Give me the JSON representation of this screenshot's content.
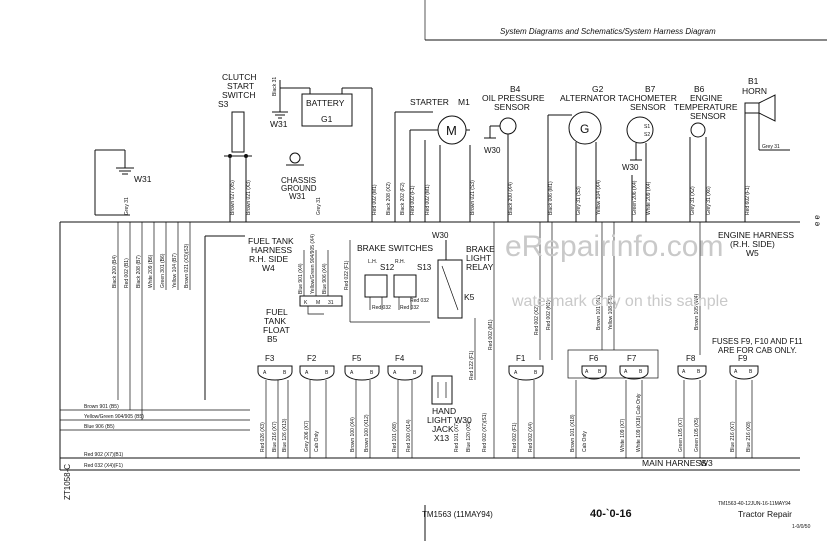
{
  "header": {
    "title": "System Diagrams and Schematics/System Harness Diagram"
  },
  "components": {
    "clutch_switch": {
      "lines": [
        "CLUTCH",
        "START",
        "SWITCH"
      ],
      "ref": "S3"
    },
    "battery": {
      "label": "BATTERY",
      "ref": "G1",
      "ground_ref": "W31",
      "wire": "Black 31"
    },
    "chassis_ground": {
      "lines": [
        "CHASSIS",
        "GROUND",
        "W31"
      ]
    },
    "ground_w31_left": "W31",
    "starter": {
      "label": "STARTER",
      "ref": "M1",
      "symbol": "M"
    },
    "oil_pressure": {
      "ref": "B4",
      "lines": [
        "OIL PRESSURE",
        "SENSOR"
      ],
      "ground": "W30"
    },
    "alternator": {
      "ref": "G2",
      "label": "ALTERNATOR",
      "symbol": "G"
    },
    "tachometer": {
      "ref": "B7",
      "lines": [
        "TACHOMETER",
        "SENSOR"
      ],
      "ground": "W30",
      "pins": [
        "S1",
        "S2"
      ]
    },
    "engine_temp": {
      "ref": "B6",
      "lines": [
        "ENGINE",
        "TEMPERATURE",
        "SENSOR"
      ]
    },
    "horn": {
      "ref": "B1",
      "label": "HORN",
      "wire": "Grey 31"
    },
    "fuel_tank_harness": {
      "lines": [
        "FUEL TANK",
        "HARNESS",
        "R.H. SIDE",
        "W4"
      ]
    },
    "fuel_tank_float": {
      "lines": [
        "FUEL",
        "TANK",
        "FLOAT",
        "B5"
      ],
      "pins": [
        "K",
        "M",
        "31"
      ]
    },
    "brake_switches": {
      "label": "BRAKE SWITCHES",
      "left": {
        "side": "L.H.",
        "ref": "S12"
      },
      "right": {
        "side": "R.H.",
        "ref": "S13"
      }
    },
    "brake_relay": {
      "lines": [
        "BRAKE",
        "LIGHT",
        "RELAY"
      ],
      "ref": "K5",
      "ground": "W30"
    },
    "hand_light_jack": {
      "lines": [
        "HAND",
        "LIGHT W30",
        "JACK",
        "X13"
      ]
    },
    "engine_harness": {
      "lines": [
        "ENGINE HARNESS",
        "(R.H. SIDE)",
        "W5"
      ]
    },
    "fuses_note": {
      "lines": [
        "FUSES F9, F10 AND F11",
        "ARE FOR CAB ONLY."
      ]
    },
    "main_harness": {
      "label": "MAIN HARNESS",
      "ref": "W3"
    }
  },
  "fuses": [
    {
      "name": "F3",
      "pin_a": "A",
      "pin_b": "B"
    },
    {
      "name": "F2",
      "pin_a": "A",
      "pin_b": "B"
    },
    {
      "name": "F5",
      "pin_a": "A",
      "pin_b": "B"
    },
    {
      "name": "F4",
      "pin_a": "A",
      "pin_b": "B"
    },
    {
      "name": "F1",
      "pin_a": "A",
      "pin_b": "B"
    },
    {
      "name": "F6",
      "pin_a": "A",
      "pin_b": "B"
    },
    {
      "name": "F7",
      "pin_a": "A",
      "pin_b": "B"
    },
    {
      "name": "F8",
      "pin_a": "A",
      "pin_b": "B"
    },
    {
      "name": "F9",
      "pin_a": "A",
      "pin_b": "B"
    }
  ],
  "wire_labels": {
    "upper": [
      "Grey 31",
      "Brown 027 (X5)",
      "Brown 021 (X3)",
      "Grey 31",
      "Red 002 (M1)",
      "Black 208 (X2)",
      "Black 202 (F2)",
      "Red 002 (F1)",
      "Red 002 (M1)",
      "Brown 021 (S3)",
      "Black 200 (X4)",
      "Black 006 (M1)",
      "Grey 31 (S3)",
      "Yellow 104 (X4)",
      "Green 206 (X4)",
      "White 209 (X4)",
      "Grey 31 (X2)",
      "Grey 31 (X6)",
      "Red 602 (F1)"
    ],
    "left_branch": [
      "Black 200 (B4)",
      "Red 002 (B1)",
      "Black 208 (B7)",
      "White 209 (B6)",
      "Green 301 (B6)",
      "Yellow 104 (B7)",
      "Brown 021 (X3)(S3)"
    ],
    "fuel": [
      "Blue 901 (X4)",
      "Yellow/Green 904/905 (X4)",
      "Blue 906 (X4)"
    ],
    "brake": [
      "Red 022 (F1)",
      "Red 032",
      "Red 032",
      "Red 032",
      "Red 122 (F1)",
      "Red 002 (M1)",
      "Red 002 (X2)",
      "Red 002 (K1)",
      "Brown 101 (X1)",
      "Yellow 108 (F5)",
      "Brown 105 (W4)"
    ],
    "lower": [
      "Red 026 (X3)",
      "Blue 216 (X7)",
      "Blue 126 (X13)",
      "Grey 206 (X7)",
      "Cab Only",
      "Brown 100 (X4)",
      "Brown 100 (X12)",
      "Red 101 (X8)",
      "Red 100 (X14)",
      "Red 101 (X7)",
      "Blue 120 (X5)",
      "Red 002 (X7)(S1)",
      "Red 002 (F1)",
      "Red 002 (X4)",
      "Brown 101 (X18)",
      "Cab Only",
      "White 109 (X7)",
      "White 109 (X18) Cab Only",
      "Green 105 (X7)",
      "Green 105 (X5)",
      "Blue 216 (X7)",
      "Blue 216 (X8)"
    ],
    "bottom_left": [
      "Brown 901 (B5)",
      "Yellow/Green 904/905 (B5)",
      "Blue 906 (B5)",
      "Red 902 (X7)(B1)",
      "Red 032 (X4)(F1)"
    ]
  },
  "margin_code": "ZT1058-C",
  "right_margin": "ǝ ǝ",
  "footer": {
    "doc": "TM1563 (11MAY94)",
    "page": "40-`0-16",
    "section": "Tractor Repair",
    "ref_small": "TM1563-40-12JUN-16-11MAY94",
    "code_small": "1-0/0/50"
  },
  "watermark": {
    "main": "eRepairinfo.com",
    "sub": "watermark only on this sample"
  }
}
